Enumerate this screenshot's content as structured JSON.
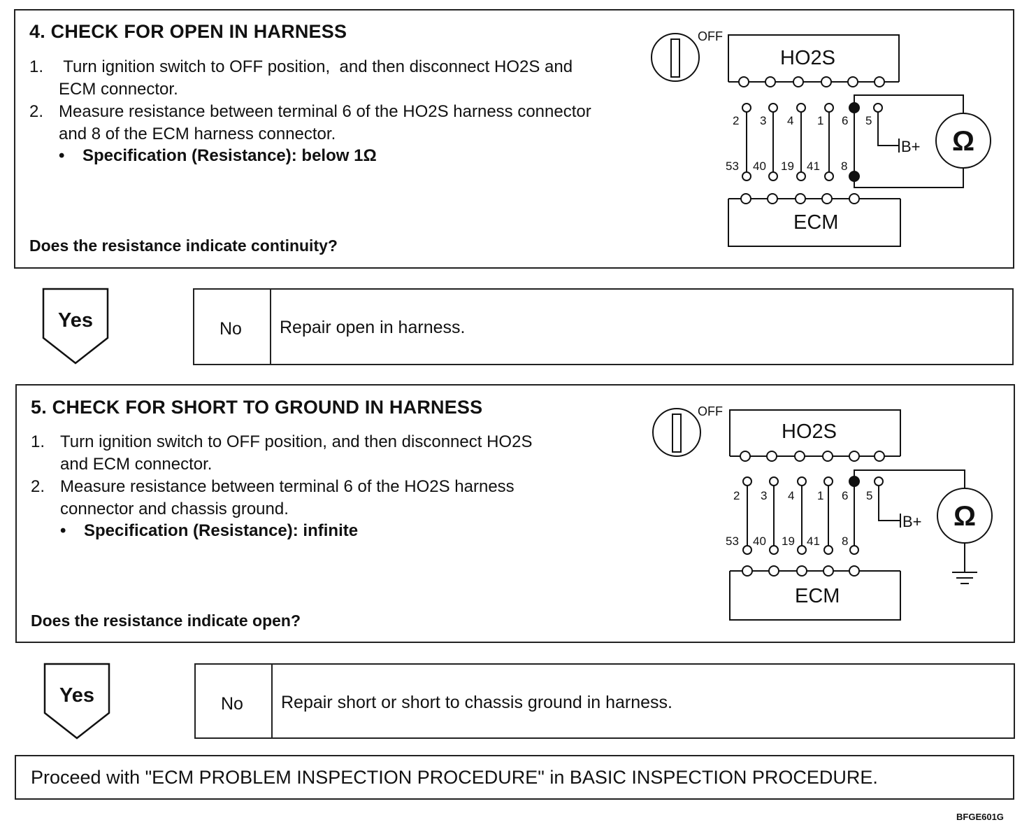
{
  "step4": {
    "title": "4.  CHECK FOR OPEN IN HARNESS",
    "items": [
      {
        "num": "1.",
        "lines": [
          " Turn ignition switch to OFF position,  and then disconnect HO2S and",
          "ECM connector."
        ]
      },
      {
        "num": "2.",
        "lines": [
          "Measure resistance between terminal 6 of the HO2S harness connector",
          "and 8 of the ECM harness connector."
        ]
      }
    ],
    "spec": "Specification (Resistance): below 1Ω",
    "question": "Does the resistance indicate continuity?",
    "yes_label": "Yes",
    "no_label": "No",
    "no_text": "Repair open in harness."
  },
  "step5": {
    "title": "5.  CHECK FOR SHORT TO GROUND IN HARNESS",
    "items": [
      {
        "num": "1.",
        "lines": [
          "Turn ignition switch to OFF position,  and then disconnect HO2S",
          "and ECM connector."
        ]
      },
      {
        "num": "2.",
        "lines": [
          "Measure resistance between terminal 6 of the HO2S harness",
          "connector and chassis ground."
        ]
      }
    ],
    "spec": "Specification (Resistance): infinite",
    "question": "Does the resistance indicate open?",
    "yes_label": "Yes",
    "no_label": "No",
    "no_text": "Repair short or short to chassis ground in harness."
  },
  "diagram": {
    "off_label": "OFF",
    "sensor_label": "HO2S",
    "ecm_label": "ECM",
    "meter_symbol": "Ω",
    "battery_label": "B+",
    "bullet": "•",
    "upper_terminals": [
      "2",
      "3",
      "4",
      "1",
      "6",
      "5"
    ],
    "lower_terminals": [
      "53",
      "40",
      "19",
      "41",
      "8"
    ]
  },
  "final": {
    "text": "Proceed with \"ECM PROBLEM INSPECTION PROCEDURE\" in BASIC INSPECTION PROCEDURE."
  },
  "figure_code": "BFGE601G"
}
